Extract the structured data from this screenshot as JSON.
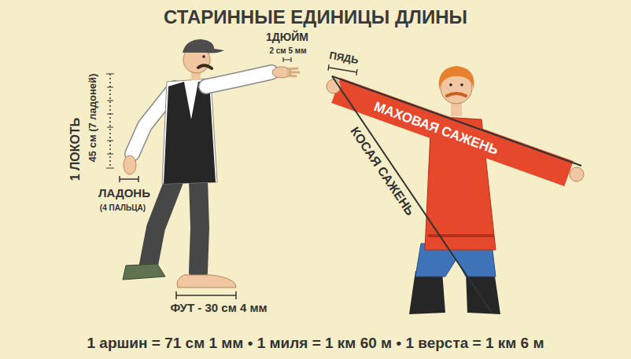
{
  "diagram": {
    "title": "СТАРИННЫЕ ЕДИНИЦЫ ДЛИНЫ",
    "caption": "1 аршин = 71 см 1 мм • 1 миля = 1 км 60 м • 1 верста = 1 км 6 м",
    "labels": [
      "1ДЮЙМ",
      "2 см 5 мм",
      "ПЯДЬ",
      "1 ЛОКОТЬ",
      "45 см (7 ладоней)",
      "ЛАДОНЬ",
      "(4 ПАЛЬЦА)",
      "МАХОВАЯ САЖЕНЬ",
      "КОСАЯ САЖЕНЬ",
      "ФУТ - 30 см 4 мм"
    ]
  }
}
